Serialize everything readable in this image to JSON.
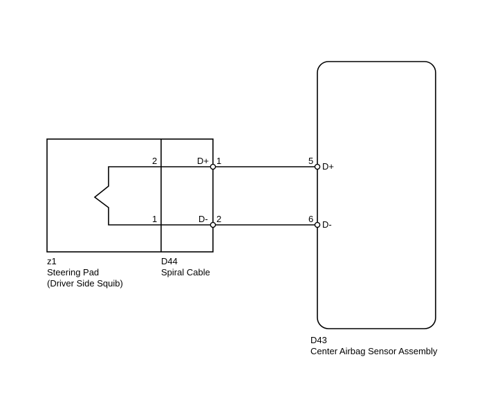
{
  "colors": {
    "background": "#ffffff",
    "line": "#000000"
  },
  "components": {
    "steering_pad": {
      "code": "z1",
      "name": "Steering Pad",
      "sub": "(Driver Side Squib)",
      "pins": {
        "top": "2",
        "bottom": "1"
      }
    },
    "spiral_cable": {
      "code": "D44",
      "name": "Spiral Cable",
      "pins": {
        "top_signal": "D+",
        "top_pin": "1",
        "bottom_signal": "D-",
        "bottom_pin": "2"
      }
    },
    "sensor_assembly": {
      "code": "D43",
      "name": "Center Airbag Sensor Assembly",
      "pins": {
        "top_pin": "5",
        "top_signal": "D+",
        "bottom_pin": "6",
        "bottom_signal": "D-"
      }
    }
  }
}
